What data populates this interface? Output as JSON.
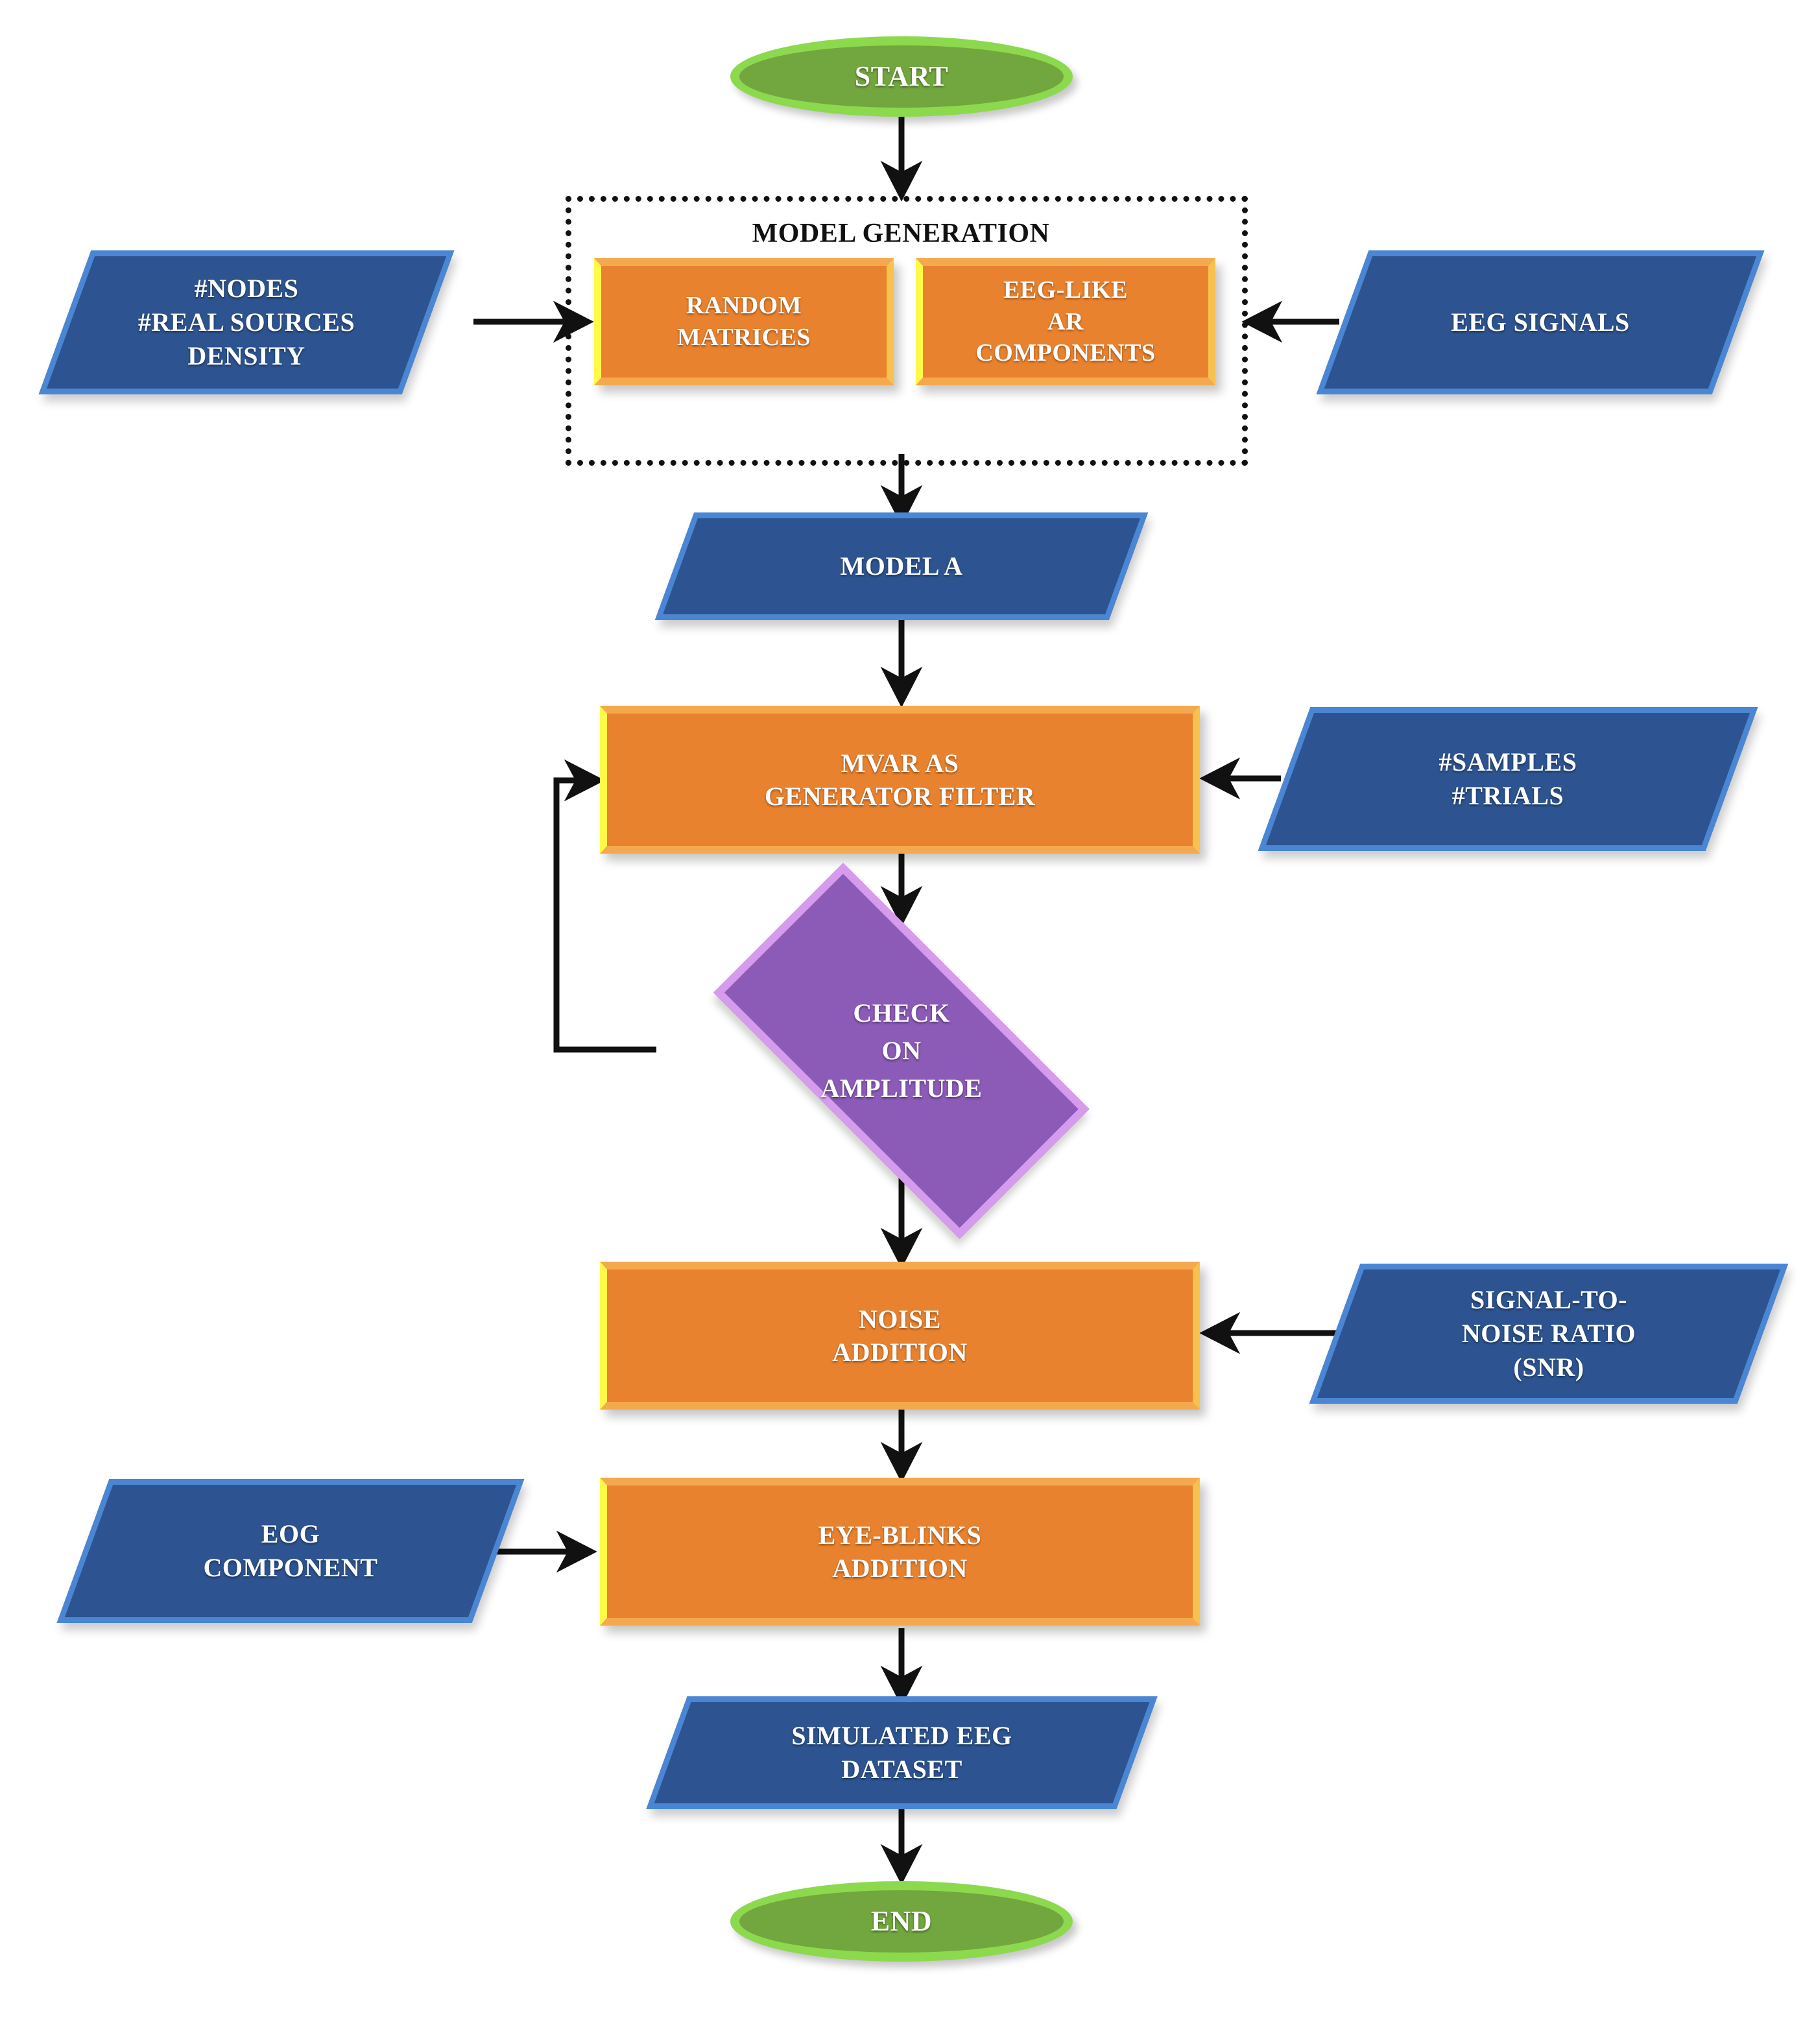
{
  "diagram": {
    "title": "Simulated EEG dataset generation flowchart",
    "palette": {
      "terminator_fill": "#72A63E",
      "terminator_border": "#8CD94E",
      "process_fill": "#E8822F",
      "process_highlight": "#F4A94E",
      "process_left_edge": "#FFF94A",
      "data_fill": "#2D5490",
      "data_border": "#4A86D4",
      "decision_fill": "#8C5BB8",
      "decision_border": "#D79BEE",
      "connector": "#111111",
      "group_border": "#111111",
      "background": "#FFFFFF"
    },
    "group": {
      "label": "MODEL GENERATION"
    },
    "nodes": {
      "start": {
        "label": "START",
        "shape": "terminator"
      },
      "inputs_nodes": {
        "label": "#NODES\n#REAL SOURCES\nDENSITY",
        "shape": "data"
      },
      "random_matrices": {
        "label": "RANDOM\nMATRICES",
        "shape": "process"
      },
      "eeg_like_ar": {
        "label": "EEG-LIKE\nAR\nCOMPONENTS",
        "shape": "process"
      },
      "eeg_signals": {
        "label": "EEG SIGNALS",
        "shape": "data"
      },
      "model_a": {
        "label": "MODEL A",
        "shape": "data"
      },
      "mvar_filter": {
        "label": "MVAR AS\nGENERATOR FILTER",
        "shape": "process"
      },
      "samples_trials": {
        "label": "#SAMPLES\n#TRIALS",
        "shape": "data"
      },
      "check_amplitude": {
        "label": "CHECK\nON\nAMPLITUDE",
        "shape": "decision"
      },
      "noise_addition": {
        "label": "NOISE\nADDITION",
        "shape": "process"
      },
      "snr": {
        "label": "SIGNAL-TO-\nNOISE RATIO\n(SNR)",
        "shape": "data"
      },
      "eog_component": {
        "label": "EOG\nCOMPONENT",
        "shape": "data"
      },
      "eye_blinks": {
        "label": "EYE-BLINKS\nADDITION",
        "shape": "process"
      },
      "simulated_dataset": {
        "label": "SIMULATED EEG\nDATASET",
        "shape": "data"
      },
      "end": {
        "label": "END",
        "shape": "terminator"
      }
    },
    "edges": [
      {
        "from": "start",
        "to": "model_generation_group",
        "direction": "down"
      },
      {
        "from": "inputs_nodes",
        "to": "random_matrices",
        "direction": "right"
      },
      {
        "from": "eeg_signals",
        "to": "eeg_like_ar",
        "direction": "left"
      },
      {
        "from": "model_generation_group",
        "to": "model_a",
        "direction": "down"
      },
      {
        "from": "model_a",
        "to": "mvar_filter",
        "direction": "down"
      },
      {
        "from": "samples_trials",
        "to": "mvar_filter",
        "direction": "left"
      },
      {
        "from": "mvar_filter",
        "to": "check_amplitude",
        "direction": "down"
      },
      {
        "from": "check_amplitude",
        "to": "mvar_filter",
        "direction": "feedback-left-up"
      },
      {
        "from": "check_amplitude",
        "to": "noise_addition",
        "direction": "down"
      },
      {
        "from": "snr",
        "to": "noise_addition",
        "direction": "left"
      },
      {
        "from": "noise_addition",
        "to": "eye_blinks",
        "direction": "down"
      },
      {
        "from": "eog_component",
        "to": "eye_blinks",
        "direction": "right"
      },
      {
        "from": "eye_blinks",
        "to": "simulated_dataset",
        "direction": "down"
      },
      {
        "from": "simulated_dataset",
        "to": "end",
        "direction": "down"
      }
    ]
  }
}
